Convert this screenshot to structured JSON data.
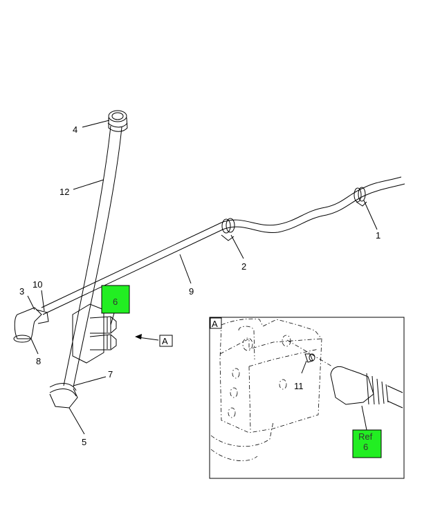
{
  "callouts": {
    "c1": "1",
    "c2": "2",
    "c3": "3",
    "c4": "4",
    "c5": "5",
    "c7": "7",
    "c8": "8",
    "c9": "9",
    "c10": "10",
    "c11": "11",
    "c12": "12"
  },
  "highlight": {
    "part6": "6",
    "ref_label": "Ref",
    "ref_num": "6",
    "color": "#22ee22"
  },
  "view_marker": "A",
  "inset_label": "A"
}
